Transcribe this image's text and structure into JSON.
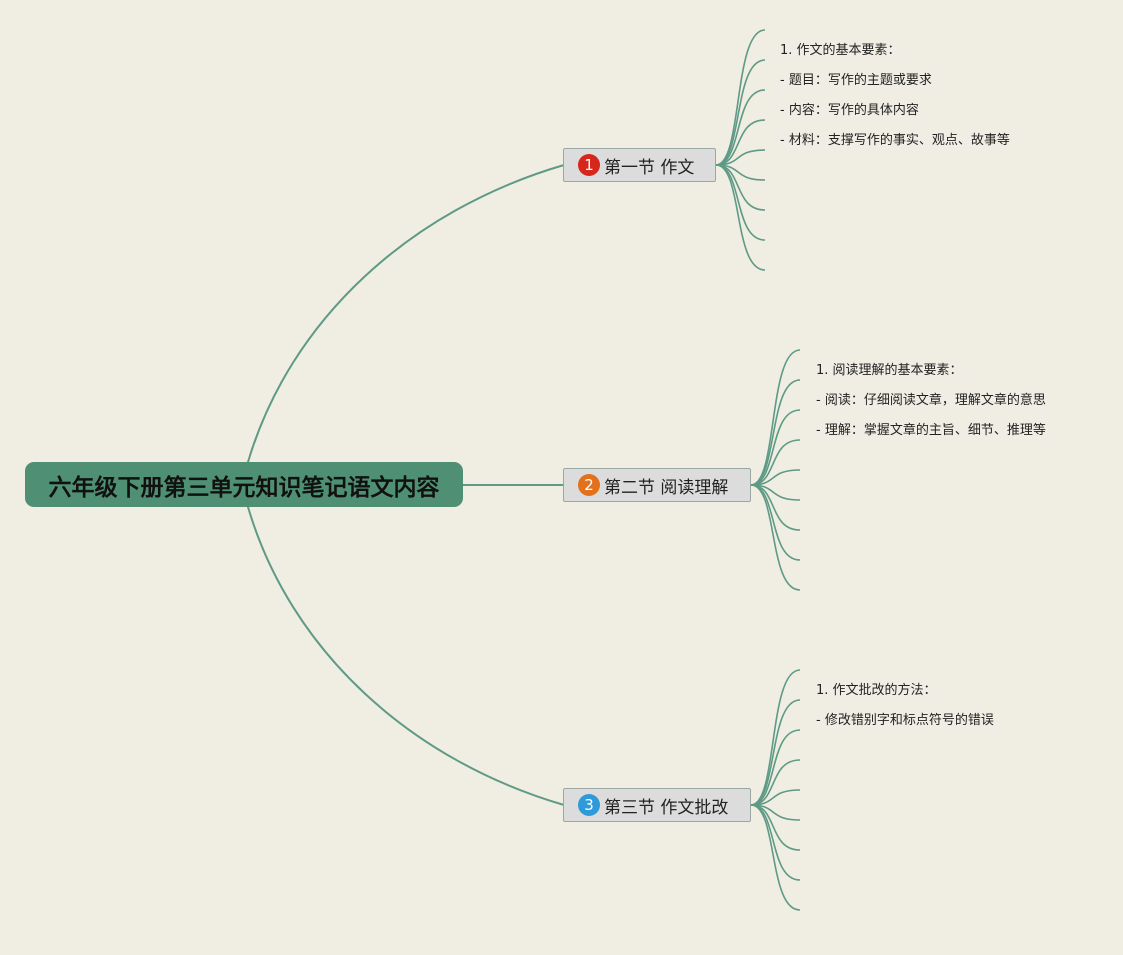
{
  "root": {
    "title": "六年级下册第三单元知识笔记语文内容"
  },
  "colors": {
    "background": "#f0ede3",
    "root_fill": "#4f9074",
    "link": "#5e9a85",
    "section_fill": "#dcdcdc"
  },
  "sections": [
    {
      "badge": "1",
      "badge_color": "#d7261b",
      "title": "第一节 作文",
      "items": [
        "1. 作文的基本要素：",
        "- 题目：写作的主题或要求",
        "- 内容：写作的具体内容",
        "- 材料：支撑写作的事实、观点、故事等"
      ]
    },
    {
      "badge": "2",
      "badge_color": "#e2711d",
      "title": "第二节 阅读理解",
      "items": [
        "1. 阅读理解的基本要素：",
        "- 阅读：仔细阅读文章，理解文章的意思",
        "- 理解：掌握文章的主旨、细节、推理等"
      ]
    },
    {
      "badge": "3",
      "badge_color": "#2e9ad9",
      "title": "第三节 作文批改",
      "items": [
        "1. 作文批改的方法：",
        "- 修改错别字和标点符号的错误"
      ]
    }
  ]
}
